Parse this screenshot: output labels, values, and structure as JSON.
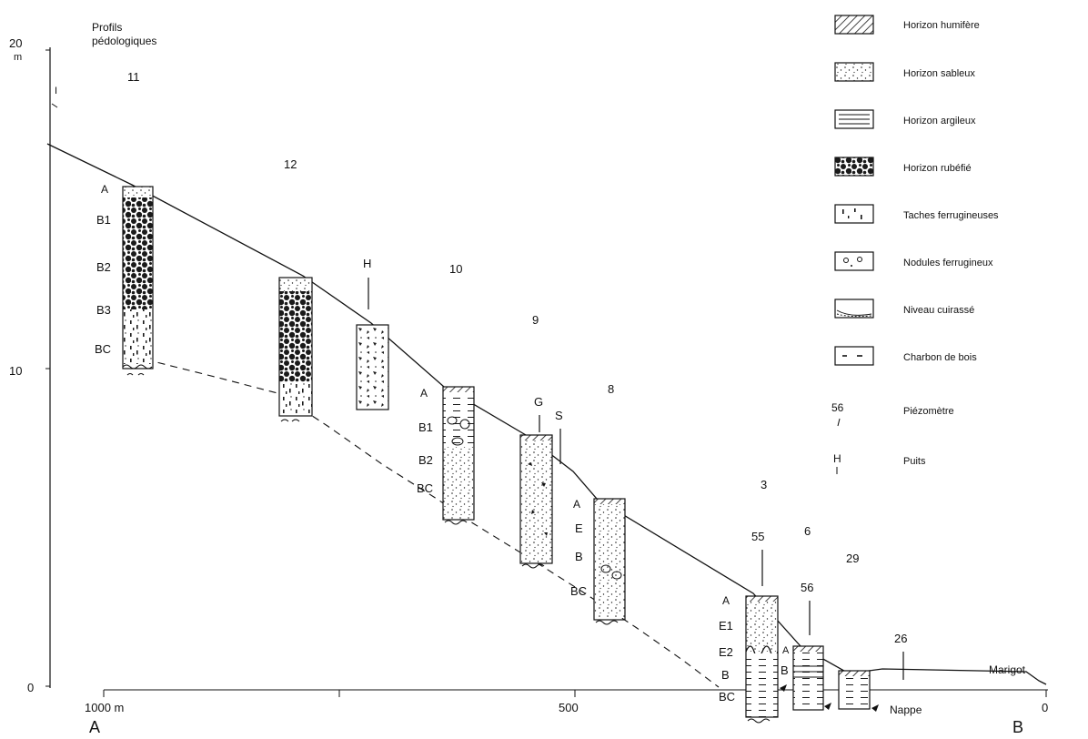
{
  "title_lines": [
    "Profils",
    "pédologiques"
  ],
  "y_axis": {
    "unit": "m",
    "ticks": [
      "20",
      "10",
      "0"
    ]
  },
  "x_axis": {
    "ticks": [
      "1000 m",
      "500",
      "0"
    ]
  },
  "endpoints": {
    "left": "A",
    "right": "B"
  },
  "profiles": [
    {
      "number": "11",
      "horizons": [
        "A",
        "B1",
        "B2",
        "B3",
        "BC"
      ]
    },
    {
      "number": "12",
      "horizons": []
    },
    {
      "number": "10",
      "horizons": [
        "A",
        "B1",
        "B2",
        "BC"
      ]
    },
    {
      "number": "9",
      "horizons": []
    },
    {
      "number": "8",
      "horizons": [
        "A",
        "E",
        "B",
        "BC"
      ]
    },
    {
      "number": "3",
      "horizons": [
        "A",
        "E1",
        "E2",
        "B",
        "BC"
      ]
    },
    {
      "number": "6",
      "horizons": [
        "A",
        "B"
      ]
    },
    {
      "number": "29",
      "horizons": []
    }
  ],
  "markers": [
    "H",
    "G",
    "S",
    "55",
    "56",
    "26",
    "I"
  ],
  "places": {
    "stream": "Marigot",
    "water_table": "Nappe"
  },
  "legend": [
    {
      "label": "Horizon humifère",
      "pattern": "hatch"
    },
    {
      "label": "Horizon sableux",
      "pattern": "sand"
    },
    {
      "label": "Horizon argileux",
      "pattern": "clay"
    },
    {
      "label": "Horizon rubéfié",
      "pattern": "rubefie"
    },
    {
      "label": "Taches ferrugineuses",
      "pattern": "taches"
    },
    {
      "label": "Nodules ferrugineux",
      "pattern": "nodules"
    },
    {
      "label": "Niveau cuirassé",
      "pattern": "cuirasse"
    },
    {
      "label": "Charbon de bois",
      "pattern": "charbon"
    }
  ],
  "legend_symbols": [
    {
      "symbol": "56",
      "label": "Piézomètre"
    },
    {
      "symbol": "H",
      "label": "Puits"
    }
  ]
}
